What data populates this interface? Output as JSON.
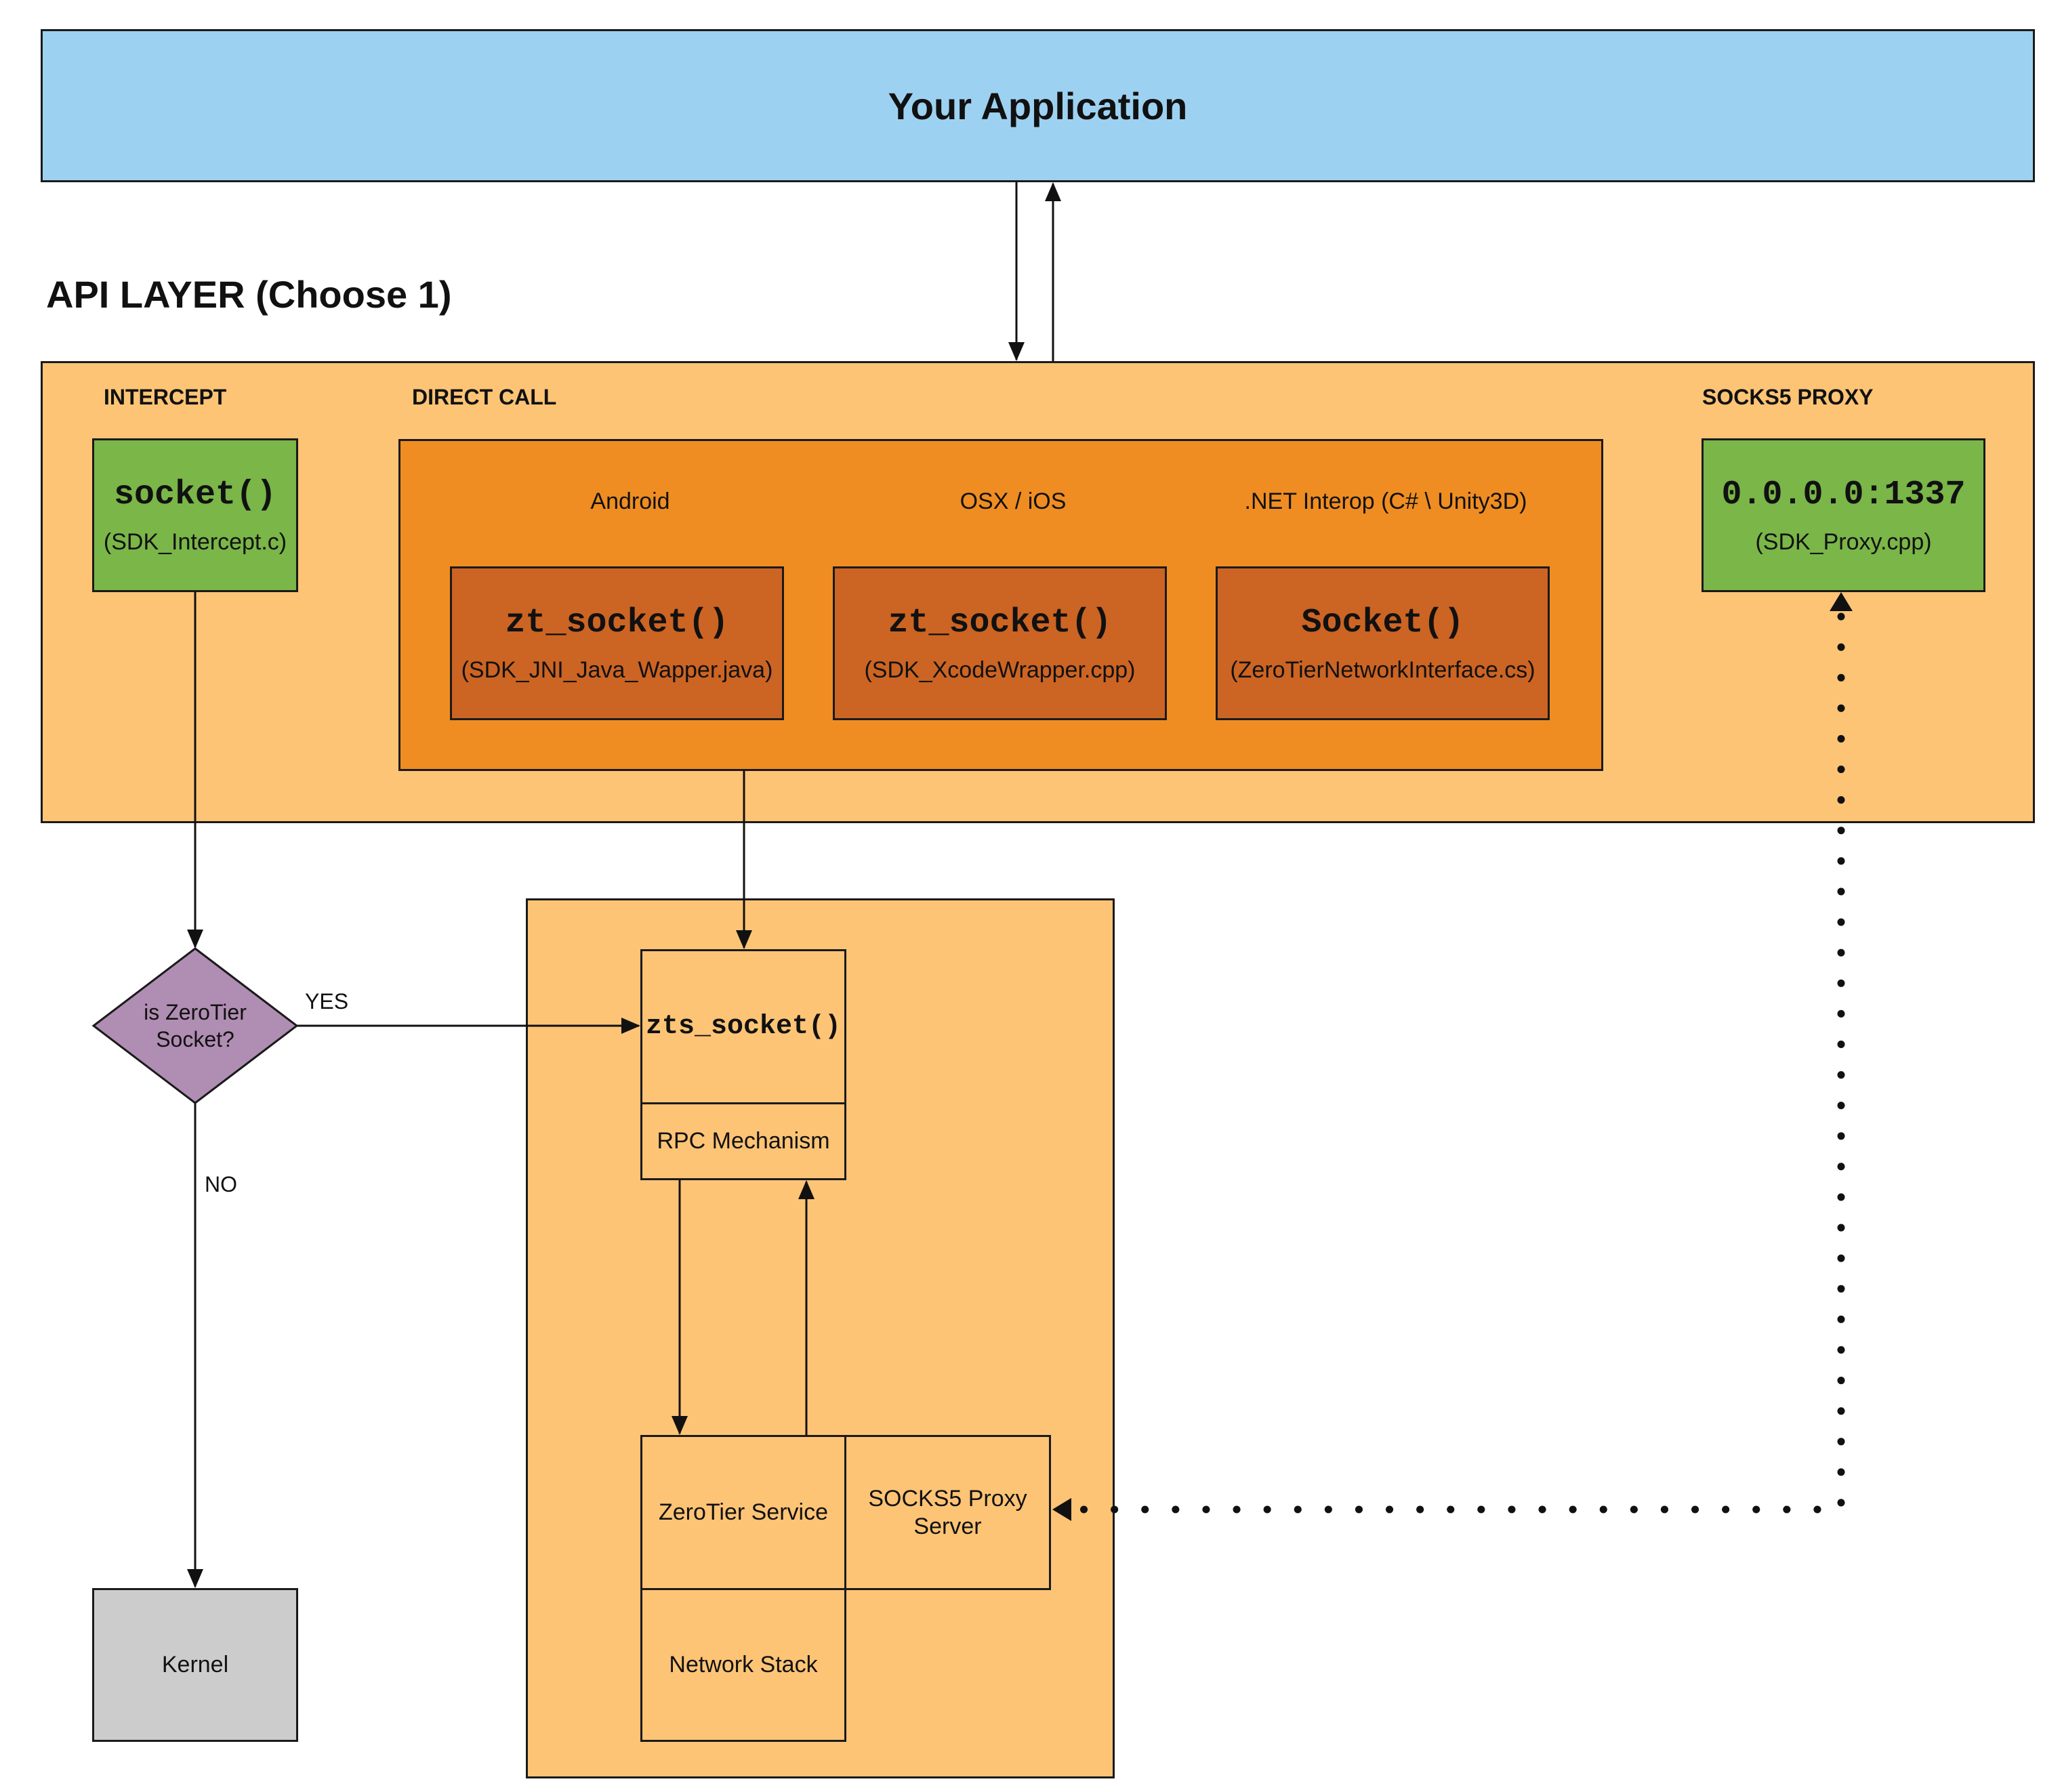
{
  "application": {
    "title": "Your Application"
  },
  "api_layer": {
    "heading": "API LAYER (Choose 1)",
    "intercept": {
      "label": "INTERCEPT",
      "function": "socket()",
      "file": "(SDK_Intercept.c)"
    },
    "direct_call": {
      "label": "DIRECT CALL",
      "platforms": [
        {
          "name": "Android",
          "function": "zt_socket()",
          "file": "(SDK_JNI_Java_Wapper.java)"
        },
        {
          "name": "OSX / iOS",
          "function": "zt_socket()",
          "file": "(SDK_XcodeWrapper.cpp)"
        },
        {
          "name": ".NET Interop (C# \\ Unity3D)",
          "function": "Socket()",
          "file": "(ZeroTierNetworkInterface.cs)"
        }
      ]
    },
    "socks5": {
      "label": "SOCKS5 PROXY",
      "address": "0.0.0.0:1337",
      "file": "(SDK_Proxy.cpp)"
    }
  },
  "decision": {
    "question": "is ZeroTier Socket?",
    "yes": "YES",
    "no": "NO"
  },
  "kernel": {
    "label": "Kernel"
  },
  "service": {
    "zts_socket": "zts_socket()",
    "rpc": "RPC Mechanism",
    "zerotier_service": "ZeroTier Service",
    "socks5_server": "SOCKS5 Proxy Server",
    "network_stack": "Network Stack"
  },
  "colors": {
    "application": "#9dd1f1",
    "api_layer": "#fdc476",
    "green": "#7ab648",
    "direct_call": "#ef8d22",
    "platform_box": "#cc6423",
    "decision": "#b08db2",
    "kernel": "#cccccc"
  }
}
